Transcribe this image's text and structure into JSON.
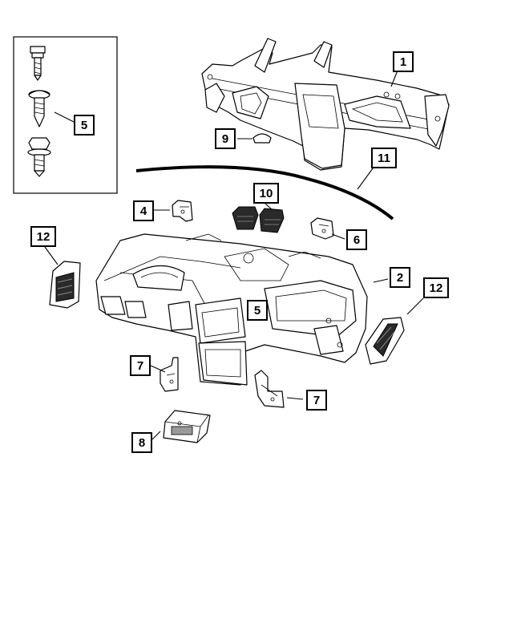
{
  "callouts": {
    "c1": "1",
    "c2": "2",
    "c4": "4",
    "c5_inset": "5",
    "c5_main": "5",
    "c6": "6",
    "c7_left": "7",
    "c7_right": "7",
    "c8": "8",
    "c9": "9",
    "c10": "10",
    "c11": "11",
    "c12_left": "12",
    "c12_right": "12"
  }
}
